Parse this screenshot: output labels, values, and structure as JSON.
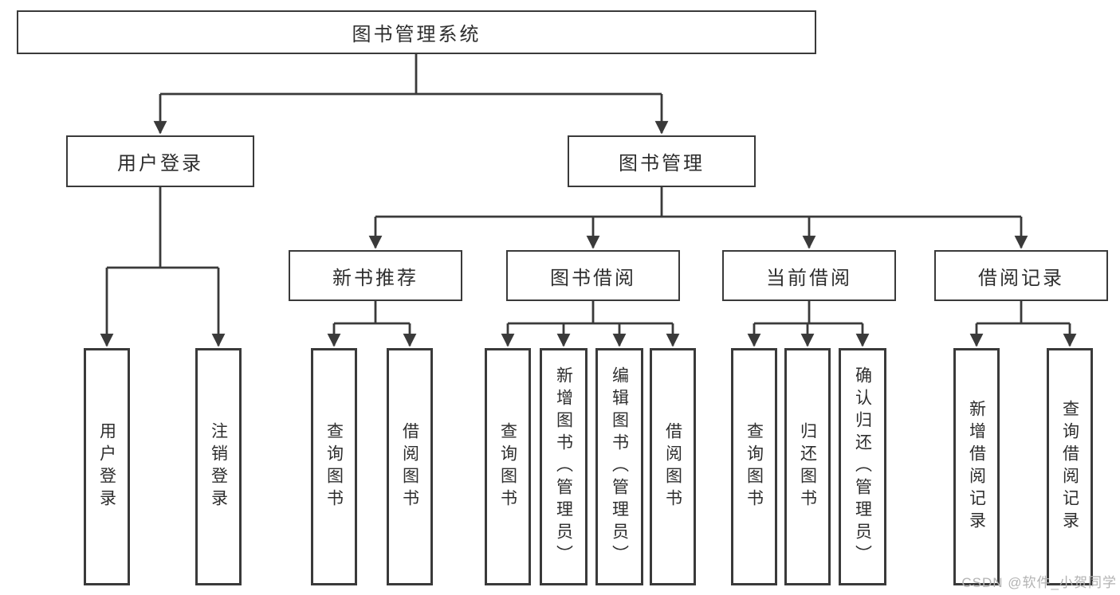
{
  "colors": {
    "line": "#3a3a3a",
    "box_border": "#3a3a3a",
    "text": "#2e2e2e",
    "watermark": "#b3b3b3",
    "background": "#ffffff"
  },
  "tree": {
    "root": {
      "label": "图书管理系统"
    },
    "branches": [
      {
        "label": "用户登录",
        "leaves": [
          {
            "label": "用户登录"
          },
          {
            "label": "注销登录"
          }
        ]
      },
      {
        "label": "图书管理",
        "sections": [
          {
            "label": "新书推荐",
            "leaves": [
              {
                "label": "查询图书"
              },
              {
                "label": "借阅图书"
              }
            ]
          },
          {
            "label": "图书借阅",
            "leaves": [
              {
                "label": "查询图书"
              },
              {
                "label": "新增图书（管理员）"
              },
              {
                "label": "编辑图书（管理员）"
              },
              {
                "label": "借阅图书"
              }
            ]
          },
          {
            "label": "当前借阅",
            "leaves": [
              {
                "label": "查询图书"
              },
              {
                "label": "归还图书"
              },
              {
                "label": "确认归还（管理员）"
              }
            ]
          },
          {
            "label": "借阅记录",
            "leaves": [
              {
                "label": "新增借阅记录"
              },
              {
                "label": "查询借阅记录"
              }
            ]
          }
        ]
      }
    ]
  },
  "watermark": {
    "text": "CSDN @软件_小贺同学"
  }
}
